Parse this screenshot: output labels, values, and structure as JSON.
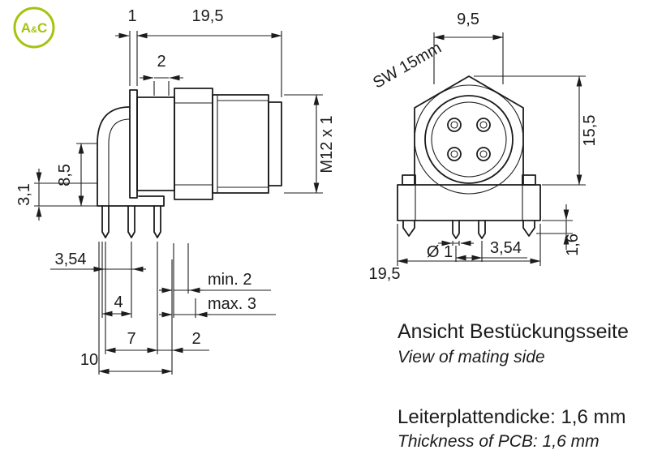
{
  "logo": {
    "a": "A",
    "amp": "&",
    "c": "C",
    "accent_color": "#a6c30f"
  },
  "side_view": {
    "dim_flange_thickness": "1",
    "dim_total_length": "19,5",
    "dim_front_2": "2",
    "dim_thread": "M12 x 1",
    "dim_8_5": "8,5",
    "dim_3_1": "3,1",
    "dim_3_54": "3,54",
    "dim_4": "4",
    "dim_min_2": "min. 2",
    "dim_max_3": "max. 3",
    "dim_7": "7",
    "dim_2": "2",
    "dim_10": "10"
  },
  "front_view": {
    "dim_9_5": "9,5",
    "dim_sw": "SW 15mm",
    "dim_15_5": "15,5",
    "dim_1_6": "1,6",
    "dim_pin": "Ø 1",
    "dim_3_54": "3,54",
    "dim_19_5": "19,5"
  },
  "captions": {
    "view_title_de": "Ansicht Bestückungsseite",
    "view_title_en": "View of mating side",
    "pcb_de": "Leiterplattendicke: 1,6 mm",
    "pcb_en": "Thickness of PCB: 1,6 mm"
  },
  "line_color": "#1c1c1c"
}
